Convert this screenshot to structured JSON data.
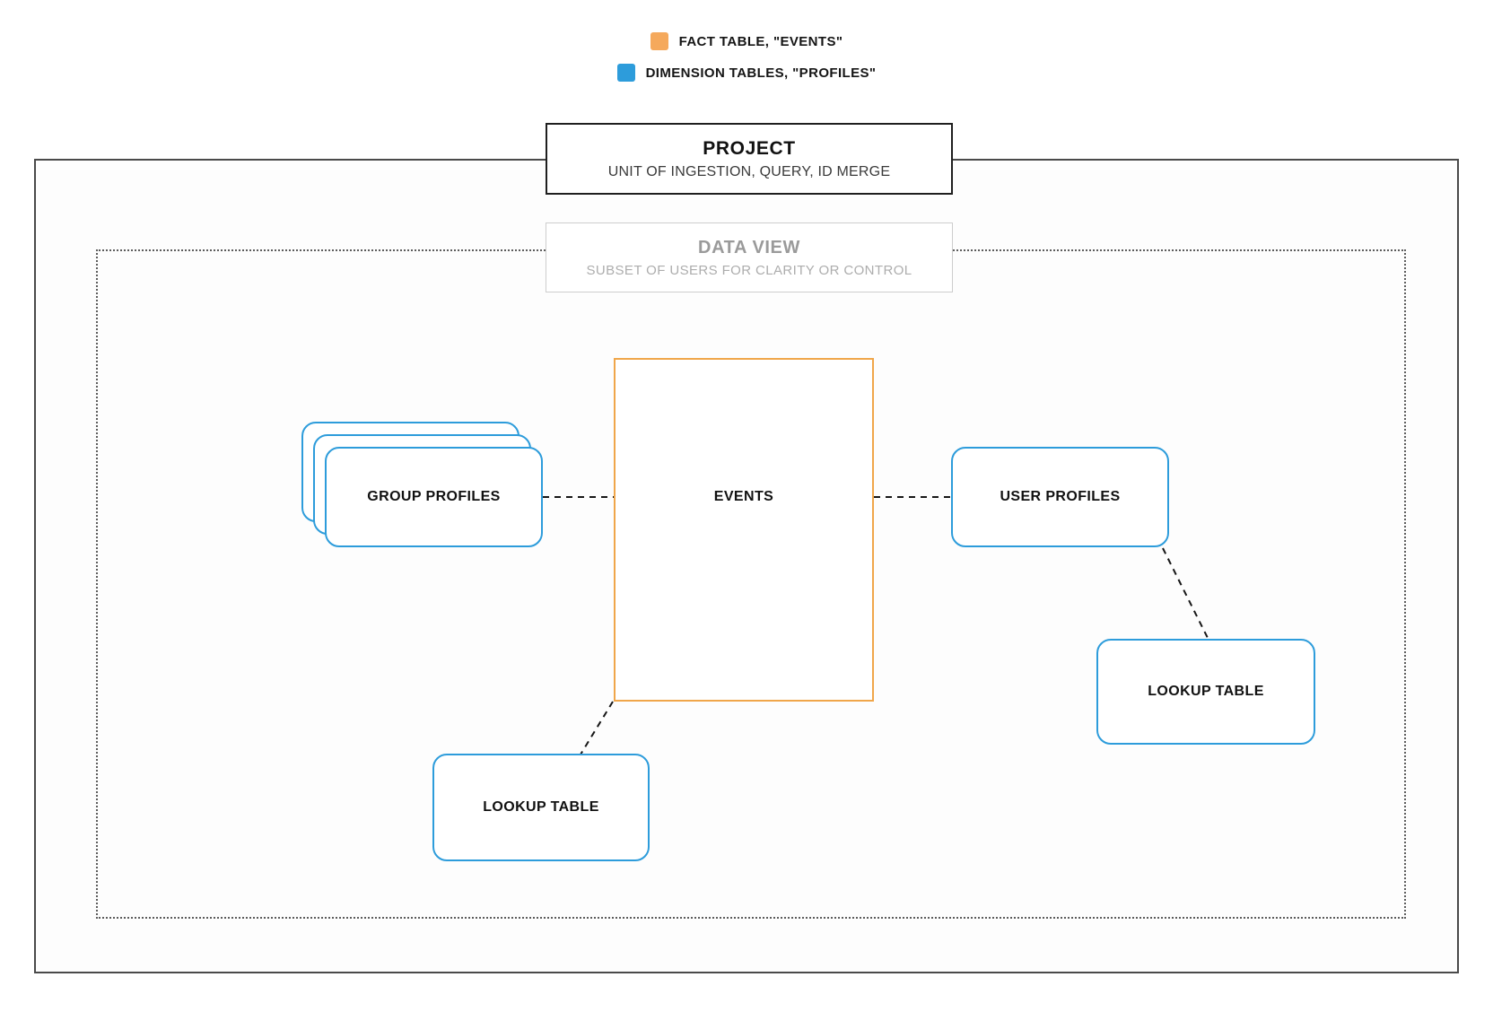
{
  "legend": {
    "fact": {
      "label": "FACT TABLE, \"EVENTS\"",
      "color": "#f5a95c"
    },
    "dimension": {
      "label": "DIMENSION TABLES, \"PROFILES\"",
      "color": "#2d9cdb"
    }
  },
  "project": {
    "title": "PROJECT",
    "subtitle": "UNIT OF INGESTION, QUERY, ID MERGE"
  },
  "data_view": {
    "title": "DATA VIEW",
    "subtitle": "SUBSET OF USERS FOR CLARITY OR CONTROL"
  },
  "nodes": {
    "events": {
      "label": "EVENTS"
    },
    "group_profiles": {
      "label": "GROUP PROFILES"
    },
    "user_profiles": {
      "label": "USER PROFILES"
    },
    "lookup_table_right": {
      "label": "LOOKUP TABLE"
    },
    "lookup_table_bottom": {
      "label": "LOOKUP TABLE"
    }
  },
  "colors": {
    "fact_border": "#f0a64a",
    "dimension_border": "#2d9cdb"
  }
}
